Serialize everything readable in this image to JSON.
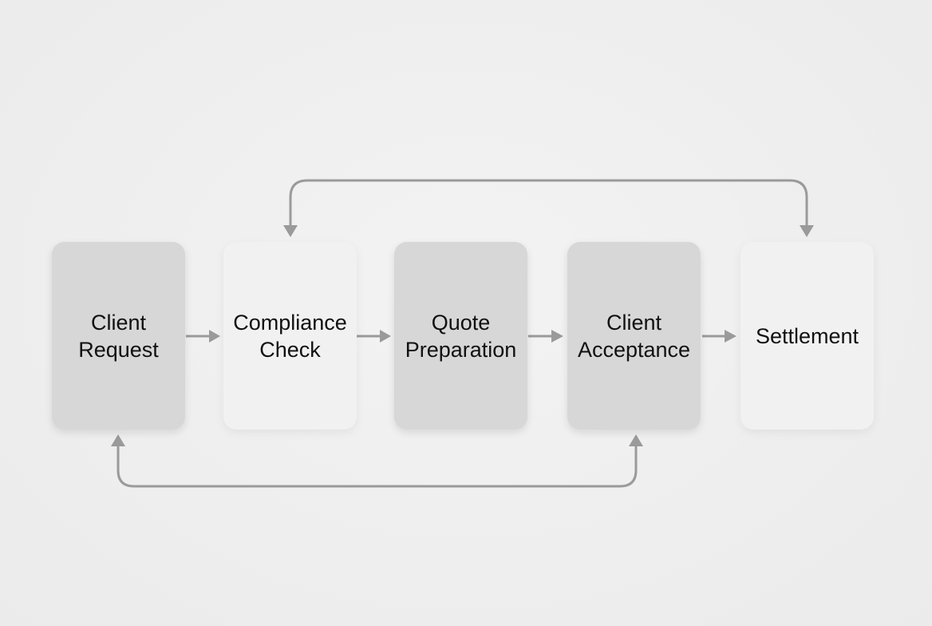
{
  "diagram": {
    "nodes": [
      {
        "id": "client-request",
        "label": "Client\nRequest",
        "style": "dark"
      },
      {
        "id": "compliance-check",
        "label": "Compliance\nCheck",
        "style": "light"
      },
      {
        "id": "quote-preparation",
        "label": "Quote\nPreparation",
        "style": "dark"
      },
      {
        "id": "client-acceptance",
        "label": "Client\nAcceptance",
        "style": "dark"
      },
      {
        "id": "settlement",
        "label": "Settlement",
        "style": "light"
      }
    ],
    "edges": [
      {
        "from": "client-request",
        "to": "compliance-check"
      },
      {
        "from": "compliance-check",
        "to": "quote-preparation"
      },
      {
        "from": "quote-preparation",
        "to": "client-acceptance"
      },
      {
        "from": "client-acceptance",
        "to": "settlement"
      },
      {
        "from": "compliance-check",
        "to": "settlement",
        "bidirectional": true
      },
      {
        "from": "client-request",
        "to": "client-acceptance",
        "bidirectional": true
      }
    ],
    "colors": {
      "background": "#efefef",
      "dark_node": "#d7d7d7",
      "light_node": "#f1f1f1",
      "arrow": "#9a9a9a",
      "text": "#111111"
    }
  }
}
